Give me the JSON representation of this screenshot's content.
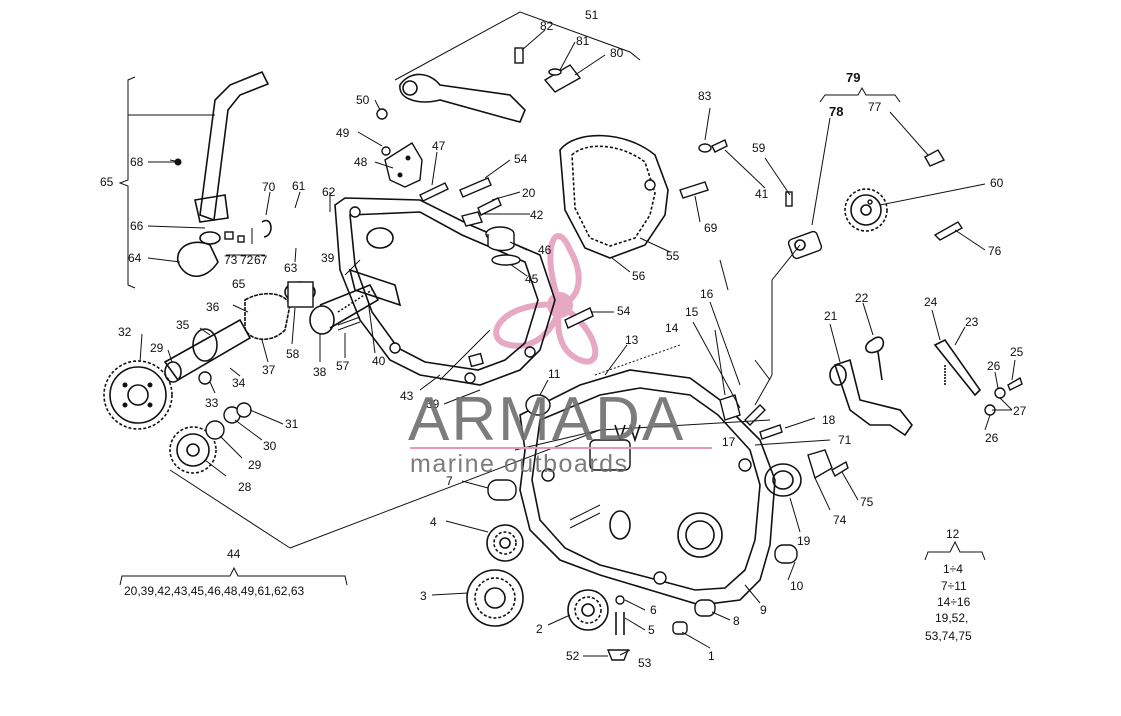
{
  "watermark": {
    "brand": "ARMADA",
    "tagline": "marine outboards",
    "logo_color": "#e39ab8",
    "text_color": "#6e6e6e"
  },
  "callouts": {
    "c1": "1",
    "c2": "2",
    "c3": "3",
    "c4": "4",
    "c5": "5",
    "c6": "6",
    "c7": "7",
    "c8": "8",
    "c9": "9",
    "c10": "10",
    "c11": "11",
    "c12": "12",
    "c13": "13",
    "c14": "14",
    "c15": "15",
    "c16": "16",
    "c17": "17",
    "c18": "18",
    "c19": "19",
    "c20": "20",
    "c21": "21",
    "c22": "22",
    "c23": "23",
    "c24": "24",
    "c25": "25",
    "c26a": "26",
    "c26b": "26",
    "c27": "27",
    "c28": "28",
    "c29a": "29",
    "c29b": "29",
    "c30": "30",
    "c31": "31",
    "c32": "32",
    "c33": "33",
    "c34": "34",
    "c35": "35",
    "c36": "36",
    "c37": "37",
    "c38": "38",
    "c39a": "39",
    "c39b": "39",
    "c40": "40",
    "c41": "41",
    "c42": "42",
    "c43": "43",
    "c44": "44",
    "c45": "45",
    "c46": "46",
    "c47": "47",
    "c48": "48",
    "c49": "49",
    "c50": "50",
    "c51": "51",
    "c52": "52",
    "c53": "53",
    "c54a": "54",
    "c54b": "54",
    "c55": "55",
    "c56": "56",
    "c57": "57",
    "c58": "58",
    "c59": "59",
    "c60": "60",
    "c61": "61",
    "c62": "62",
    "c63": "63",
    "c64": "64",
    "c65a": "65",
    "c65b": "65",
    "c66": "66",
    "c67": "67",
    "c68": "68",
    "c69": "69",
    "c70": "70",
    "c71": "71",
    "c72": "72",
    "c73": "73",
    "c74": "74",
    "c75": "75",
    "c76": "76",
    "c77": "77",
    "c78": "78",
    "c79": "79",
    "c80": "80",
    "c81": "81",
    "c82": "82",
    "c83": "83"
  },
  "kit_44": {
    "label": "44",
    "contents": "20,39,42,43,45,46,48,49,61,62,63"
  },
  "kit_12": {
    "label": "12",
    "lines": [
      "1÷4",
      "7÷11",
      "14÷16",
      "19,52,",
      "53,74,75"
    ]
  }
}
